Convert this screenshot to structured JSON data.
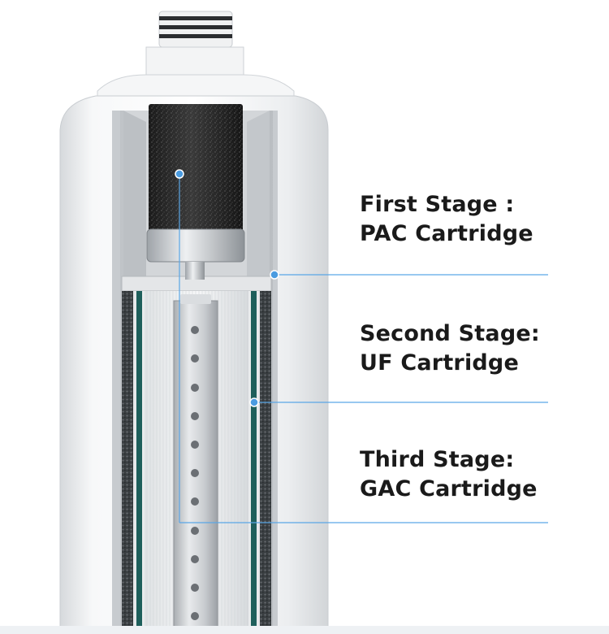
{
  "stages": [
    {
      "title": "First Stage :",
      "name": "PAC Cartridge"
    },
    {
      "title": "Second Stage:",
      "name": "UF Cartridge"
    },
    {
      "title": "Third Stage:",
      "name": "GAC Cartridge"
    }
  ],
  "colors": {
    "callout_line": "#5aa6e6",
    "callout_dot": "#4a9be0",
    "housing": "#e9ebed",
    "pac_carbon": "#2a2a2a",
    "uf_membrane": "#1e5f5b",
    "text": "#1a1a1a"
  }
}
